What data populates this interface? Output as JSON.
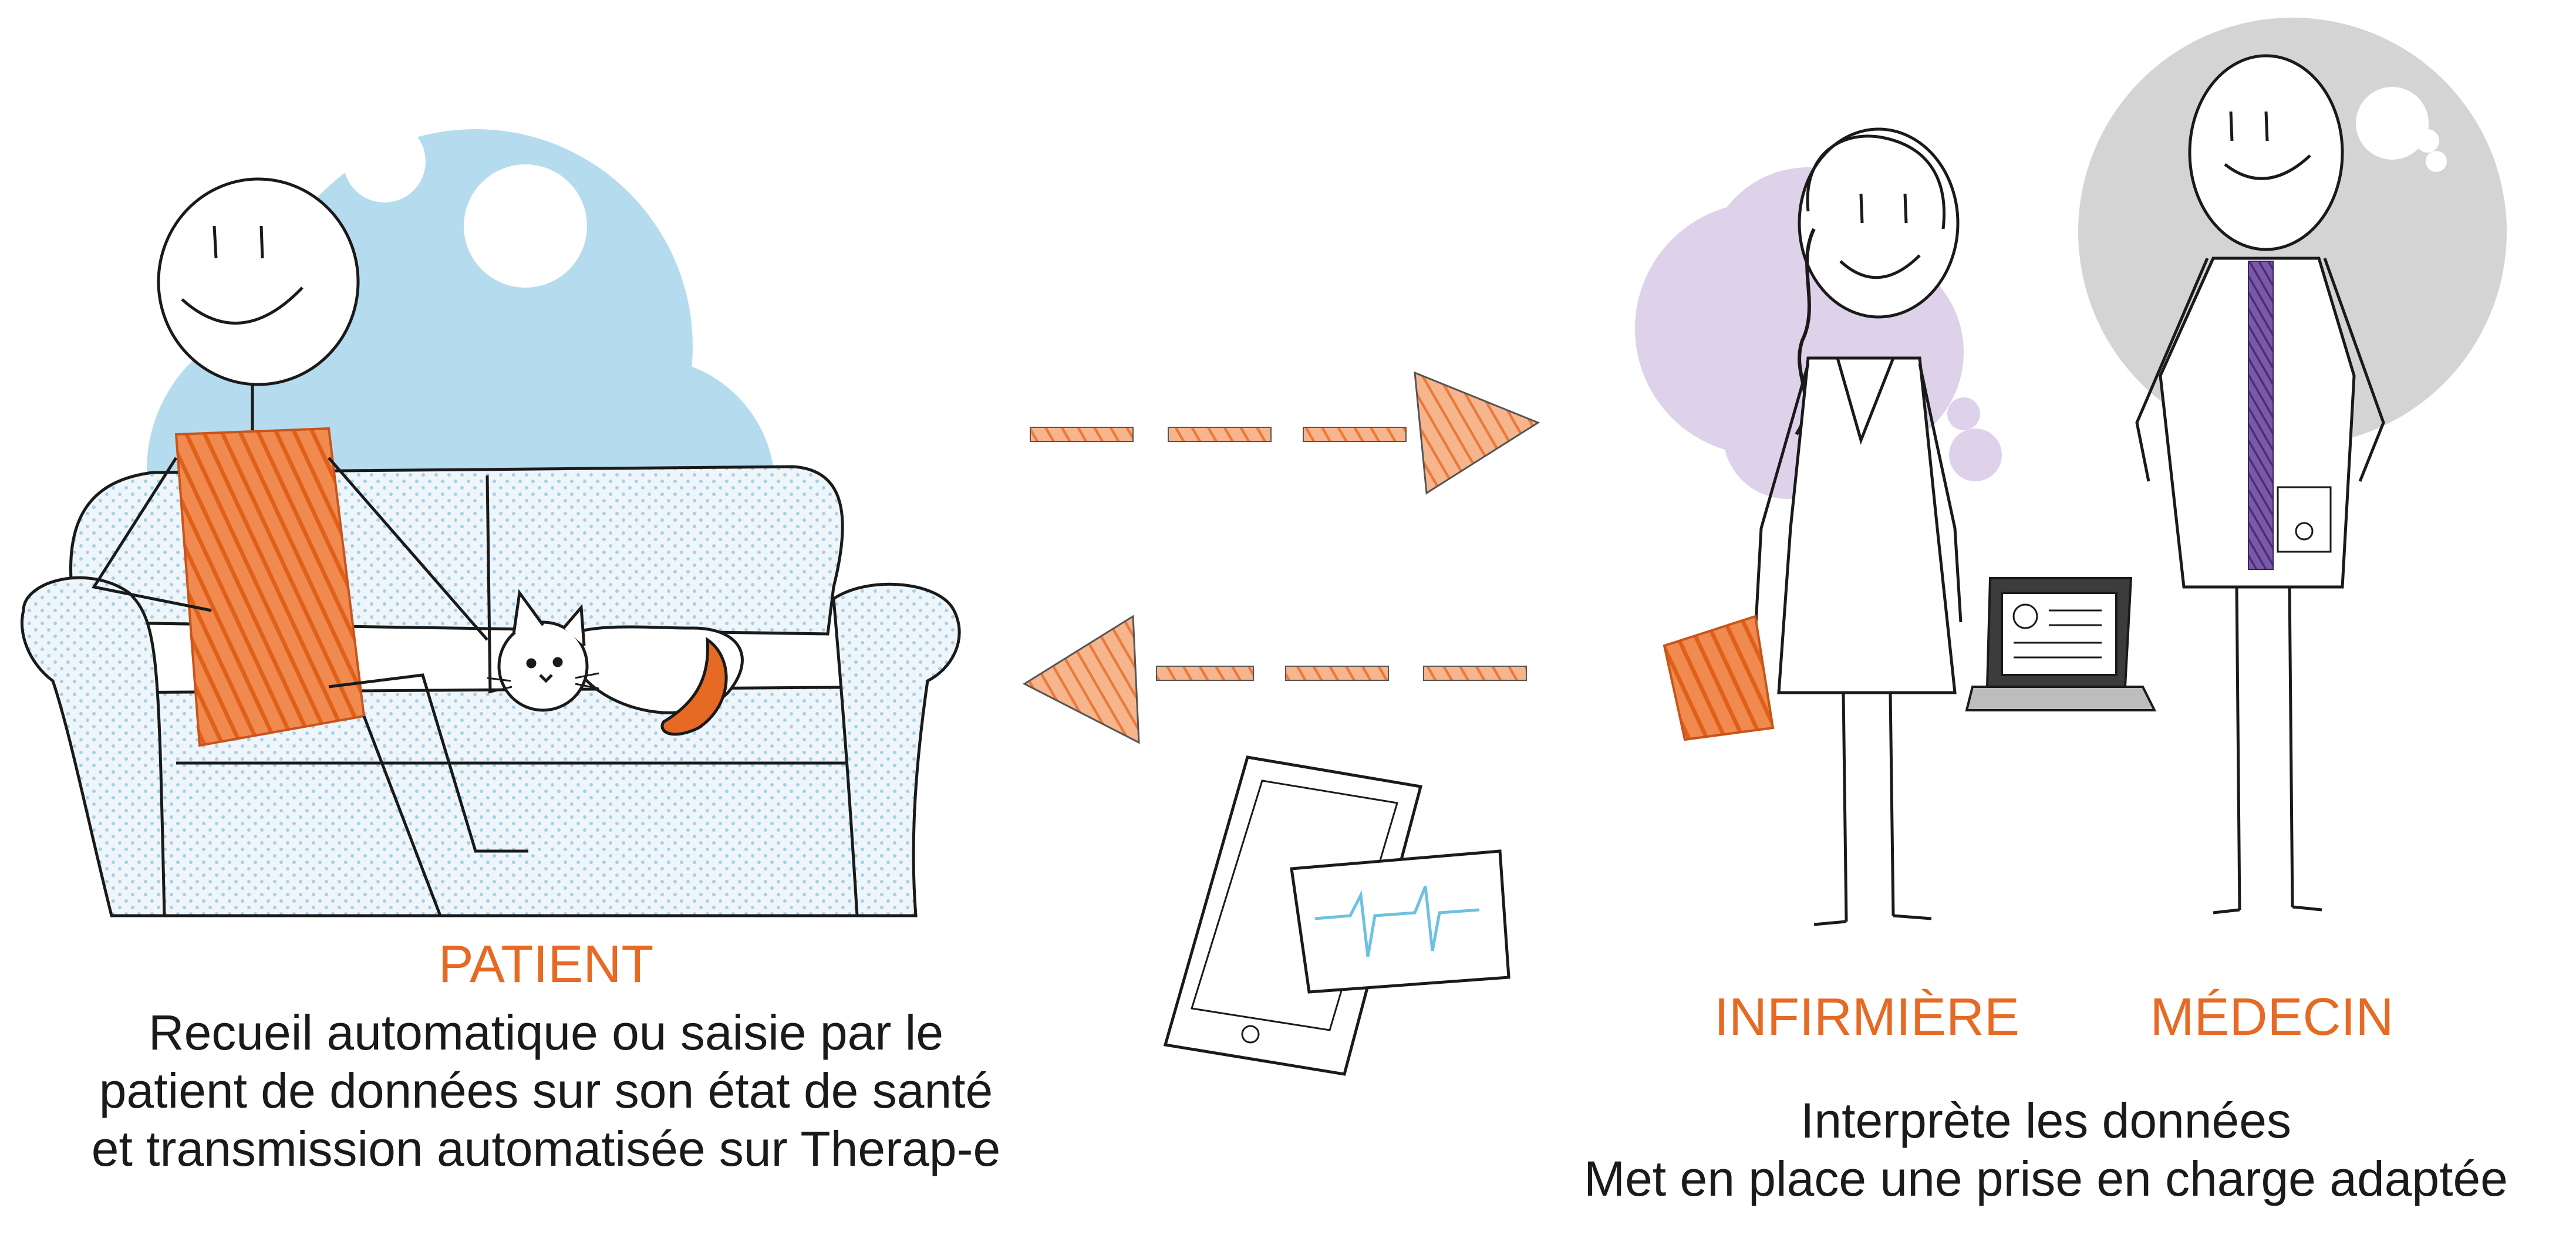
{
  "patient": {
    "label": "PATIENT",
    "description_lines": [
      "Recueil automatique ou saisie par le",
      "patient de données sur son état de santé",
      "et transmission automatisée sur Therap-e"
    ]
  },
  "staff": {
    "nurse_label": "INFIRMIÈRE",
    "doctor_label": "MÉDECIN",
    "description_lines": [
      "Interprète les données",
      "Met en place une prise en charge adaptée"
    ]
  },
  "colors": {
    "accent_orange": "#e66a24",
    "patient_bubble": "#b5dbee",
    "nurse_bubble": "#ddd2ea",
    "doctor_bubble": "#d4d4d4",
    "doctor_stripe": "#5b3a8c",
    "ink": "#1a1a1a",
    "ecg_blue": "#6cc1e3"
  },
  "icons": [
    "patient-figure",
    "sofa",
    "cat",
    "nurse-figure",
    "doctor-figure",
    "laptop",
    "tablet",
    "ecg-card",
    "arrow-right",
    "arrow-left"
  ]
}
